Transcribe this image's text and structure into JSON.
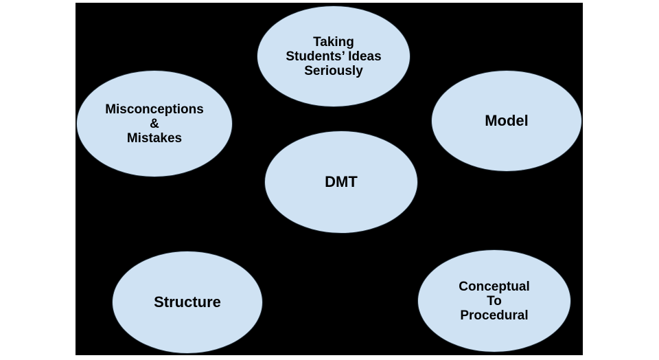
{
  "diagram": {
    "colors": {
      "page_background": "#ffffff",
      "canvas_background": "#000000",
      "node_fill": "#cfe2f3",
      "node_border": "#1f2a33",
      "node_text": "#000000"
    },
    "nodes": [
      {
        "id": "taking-students-ideas-seriously",
        "lines": [
          "Taking",
          "Students’ Ideas",
          "Seriously"
        ]
      },
      {
        "id": "misconceptions-mistakes",
        "lines": [
          "Misconceptions",
          "&",
          "Mistakes"
        ]
      },
      {
        "id": "model",
        "lines": [
          "Model"
        ]
      },
      {
        "id": "dmt",
        "lines": [
          "DMT"
        ]
      },
      {
        "id": "structure",
        "lines": [
          "Structure"
        ]
      },
      {
        "id": "conceptual-to-procedural",
        "lines": [
          "Conceptual",
          "To",
          "Procedural"
        ]
      }
    ]
  }
}
